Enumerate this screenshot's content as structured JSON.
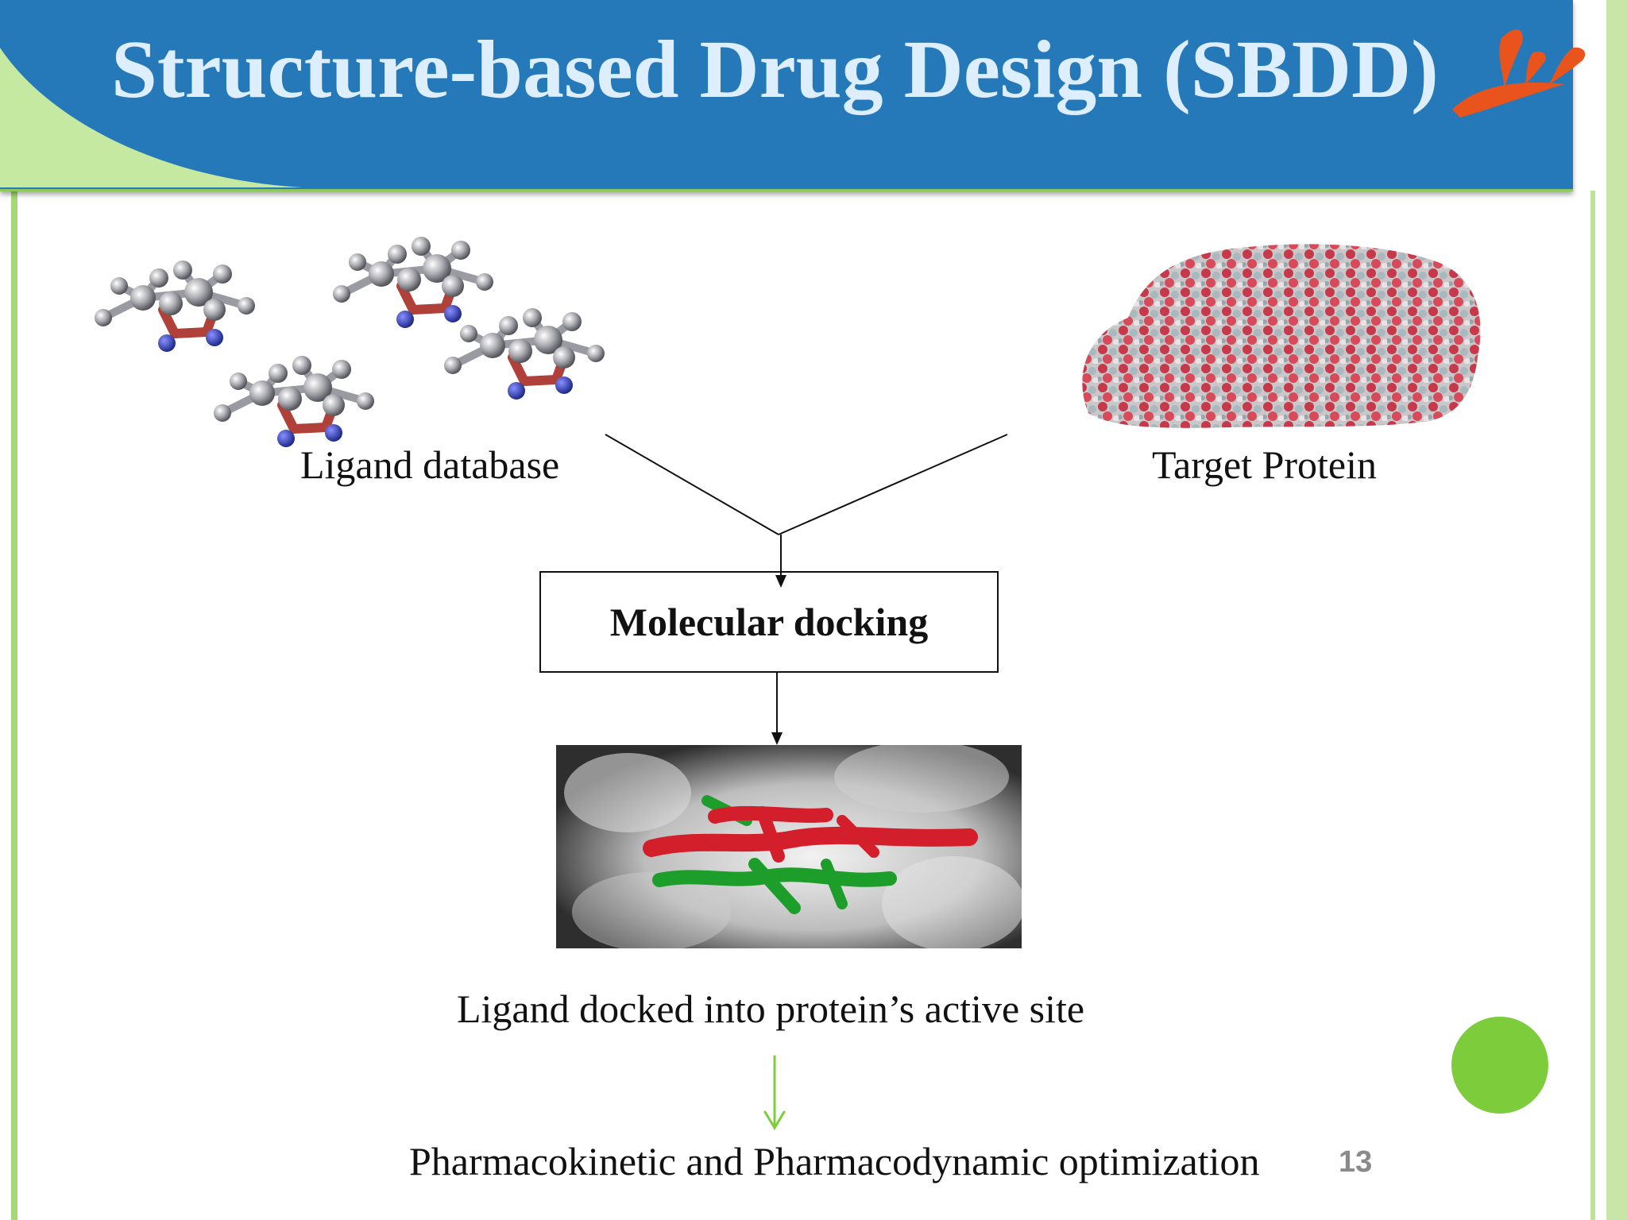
{
  "slide": {
    "title": "Structure-based Drug Design (SBDD)",
    "page_number": "13"
  },
  "diagram": {
    "ligand_label": "Ligand database",
    "protein_label": "Target Protein",
    "docking_label": "Molecular docking",
    "docked_label": "Ligand docked into protein’s active site",
    "optimization_label": "Pharmacokinetic and Pharmacodynamic optimization"
  },
  "colors": {
    "header_blue": "#2679b9",
    "title_text": "#ddeefe",
    "accent_green": "#7ccc3c",
    "logo_orange": "#e8541c"
  },
  "icons": {
    "logo": "sunburst-logo-icon",
    "ligands": "ligand-molecules-image",
    "protein": "protein-surface-image",
    "docked": "docked-complex-image"
  }
}
